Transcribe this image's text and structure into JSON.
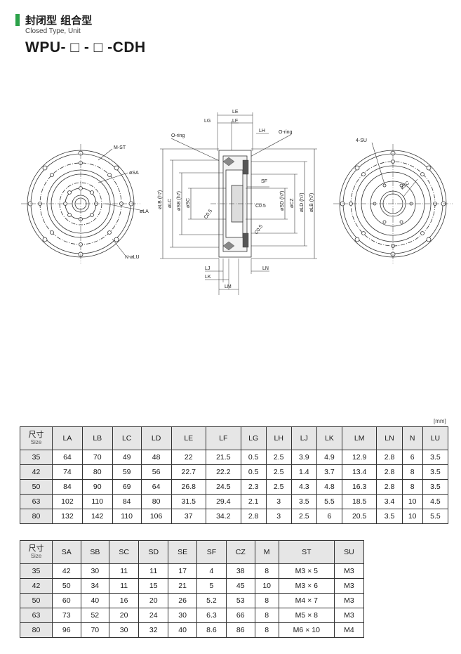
{
  "header": {
    "title": "封闭型 组合型",
    "subtitle": "Closed Type, Unit",
    "model": "WPU- □ - □ -CDH"
  },
  "drawing_labels": {
    "le": "LE",
    "lg": "LG",
    "lf": "LF",
    "lh": "LH",
    "oring_left": "O-ring",
    "oring_right": "O-ring",
    "mst": "M-ST",
    "sa": "øSA",
    "la": "øLA",
    "nlu": "N-øLU",
    "lb_left": "øLB (h7)",
    "lc": "øLC",
    "sb": "øSB (h7)",
    "sc_mid": "øSC",
    "c05_a": "C0.5",
    "c05_b": "C0.5",
    "c05_c": "C0.5",
    "sf": "SF",
    "sd": "øSD (h7)",
    "cz": "øCZ",
    "ld": "øLD (h7)",
    "lb_right": "øLB (h7)",
    "lj": "LJ",
    "lk": "LK",
    "lm": "LM",
    "ln": "LN",
    "su": "4-SU",
    "sc_right": "øSC"
  },
  "unit_note": "[mm]",
  "colors": {
    "accent_bar": "#2ca24a",
    "header_fill": "#e6e6e6",
    "line": "#333333"
  },
  "table1": {
    "size_label": "尺寸",
    "size_label_en": "Size",
    "columns": [
      "LA",
      "LB",
      "LC",
      "LD",
      "LE",
      "LF",
      "LG",
      "LH",
      "LJ",
      "LK",
      "LM",
      "LN",
      "N",
      "LU"
    ],
    "rows": [
      {
        "size": "35",
        "cells": [
          "64",
          "70",
          "49",
          "48",
          "22",
          "21.5",
          "0.5",
          "2.5",
          "3.9",
          "4.9",
          "12.9",
          "2.8",
          "6",
          "3.5"
        ]
      },
      {
        "size": "42",
        "cells": [
          "74",
          "80",
          "59",
          "56",
          "22.7",
          "22.2",
          "0.5",
          "2.5",
          "1.4",
          "3.7",
          "13.4",
          "2.8",
          "8",
          "3.5"
        ]
      },
      {
        "size": "50",
        "cells": [
          "84",
          "90",
          "69",
          "64",
          "26.8",
          "24.5",
          "2.3",
          "2.5",
          "4.3",
          "4.8",
          "16.3",
          "2.8",
          "8",
          "3.5"
        ]
      },
      {
        "size": "63",
        "cells": [
          "102",
          "110",
          "84",
          "80",
          "31.5",
          "29.4",
          "2.1",
          "3",
          "3.5",
          "5.5",
          "18.5",
          "3.4",
          "10",
          "4.5"
        ]
      },
      {
        "size": "80",
        "cells": [
          "132",
          "142",
          "110",
          "106",
          "37",
          "34.2",
          "2.8",
          "3",
          "2.5",
          "6",
          "20.5",
          "3.5",
          "10",
          "5.5"
        ]
      }
    ]
  },
  "table2": {
    "size_label": "尺寸",
    "size_label_en": "Size",
    "columns": [
      "SA",
      "SB",
      "SC",
      "SD",
      "SE",
      "SF",
      "CZ",
      "M",
      "ST",
      "SU"
    ],
    "rows": [
      {
        "size": "35",
        "cells": [
          "42",
          "30",
          "11",
          "11",
          "17",
          "4",
          "38",
          "8",
          "M3 × 5",
          "M3"
        ]
      },
      {
        "size": "42",
        "cells": [
          "50",
          "34",
          "11",
          "15",
          "21",
          "5",
          "45",
          "10",
          "M3 × 6",
          "M3"
        ]
      },
      {
        "size": "50",
        "cells": [
          "60",
          "40",
          "16",
          "20",
          "26",
          "5.2",
          "53",
          "8",
          "M4 × 7",
          "M3"
        ]
      },
      {
        "size": "63",
        "cells": [
          "73",
          "52",
          "20",
          "24",
          "30",
          "6.3",
          "66",
          "8",
          "M5 × 8",
          "M3"
        ]
      },
      {
        "size": "80",
        "cells": [
          "96",
          "70",
          "30",
          "32",
          "40",
          "8.6",
          "86",
          "8",
          "M6 × 10",
          "M4"
        ]
      }
    ]
  }
}
